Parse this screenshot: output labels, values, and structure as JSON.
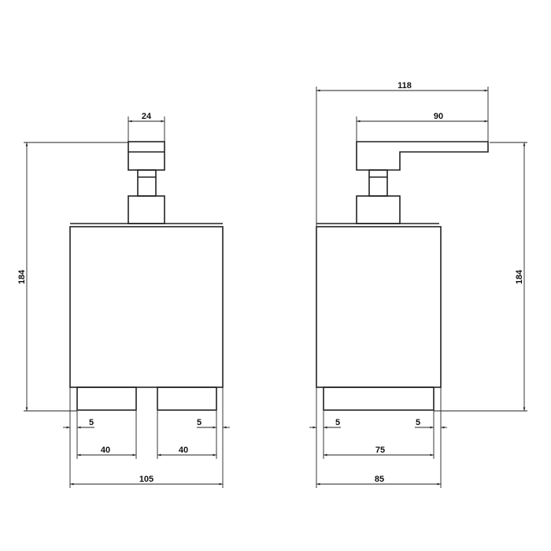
{
  "left_view": {
    "dims": {
      "knob_width": "24",
      "height": "184",
      "left_inset": "5",
      "right_inset": "5",
      "left_foot": "40",
      "right_foot": "40",
      "overall_width": "105"
    }
  },
  "right_view": {
    "dims": {
      "lever_reach": "118",
      "lever_length": "90",
      "height": "184",
      "left_inset": "5",
      "right_inset": "5",
      "foot_width": "75",
      "overall_width": "85"
    }
  },
  "colors": {
    "line": "#222222",
    "background": "#ffffff"
  }
}
